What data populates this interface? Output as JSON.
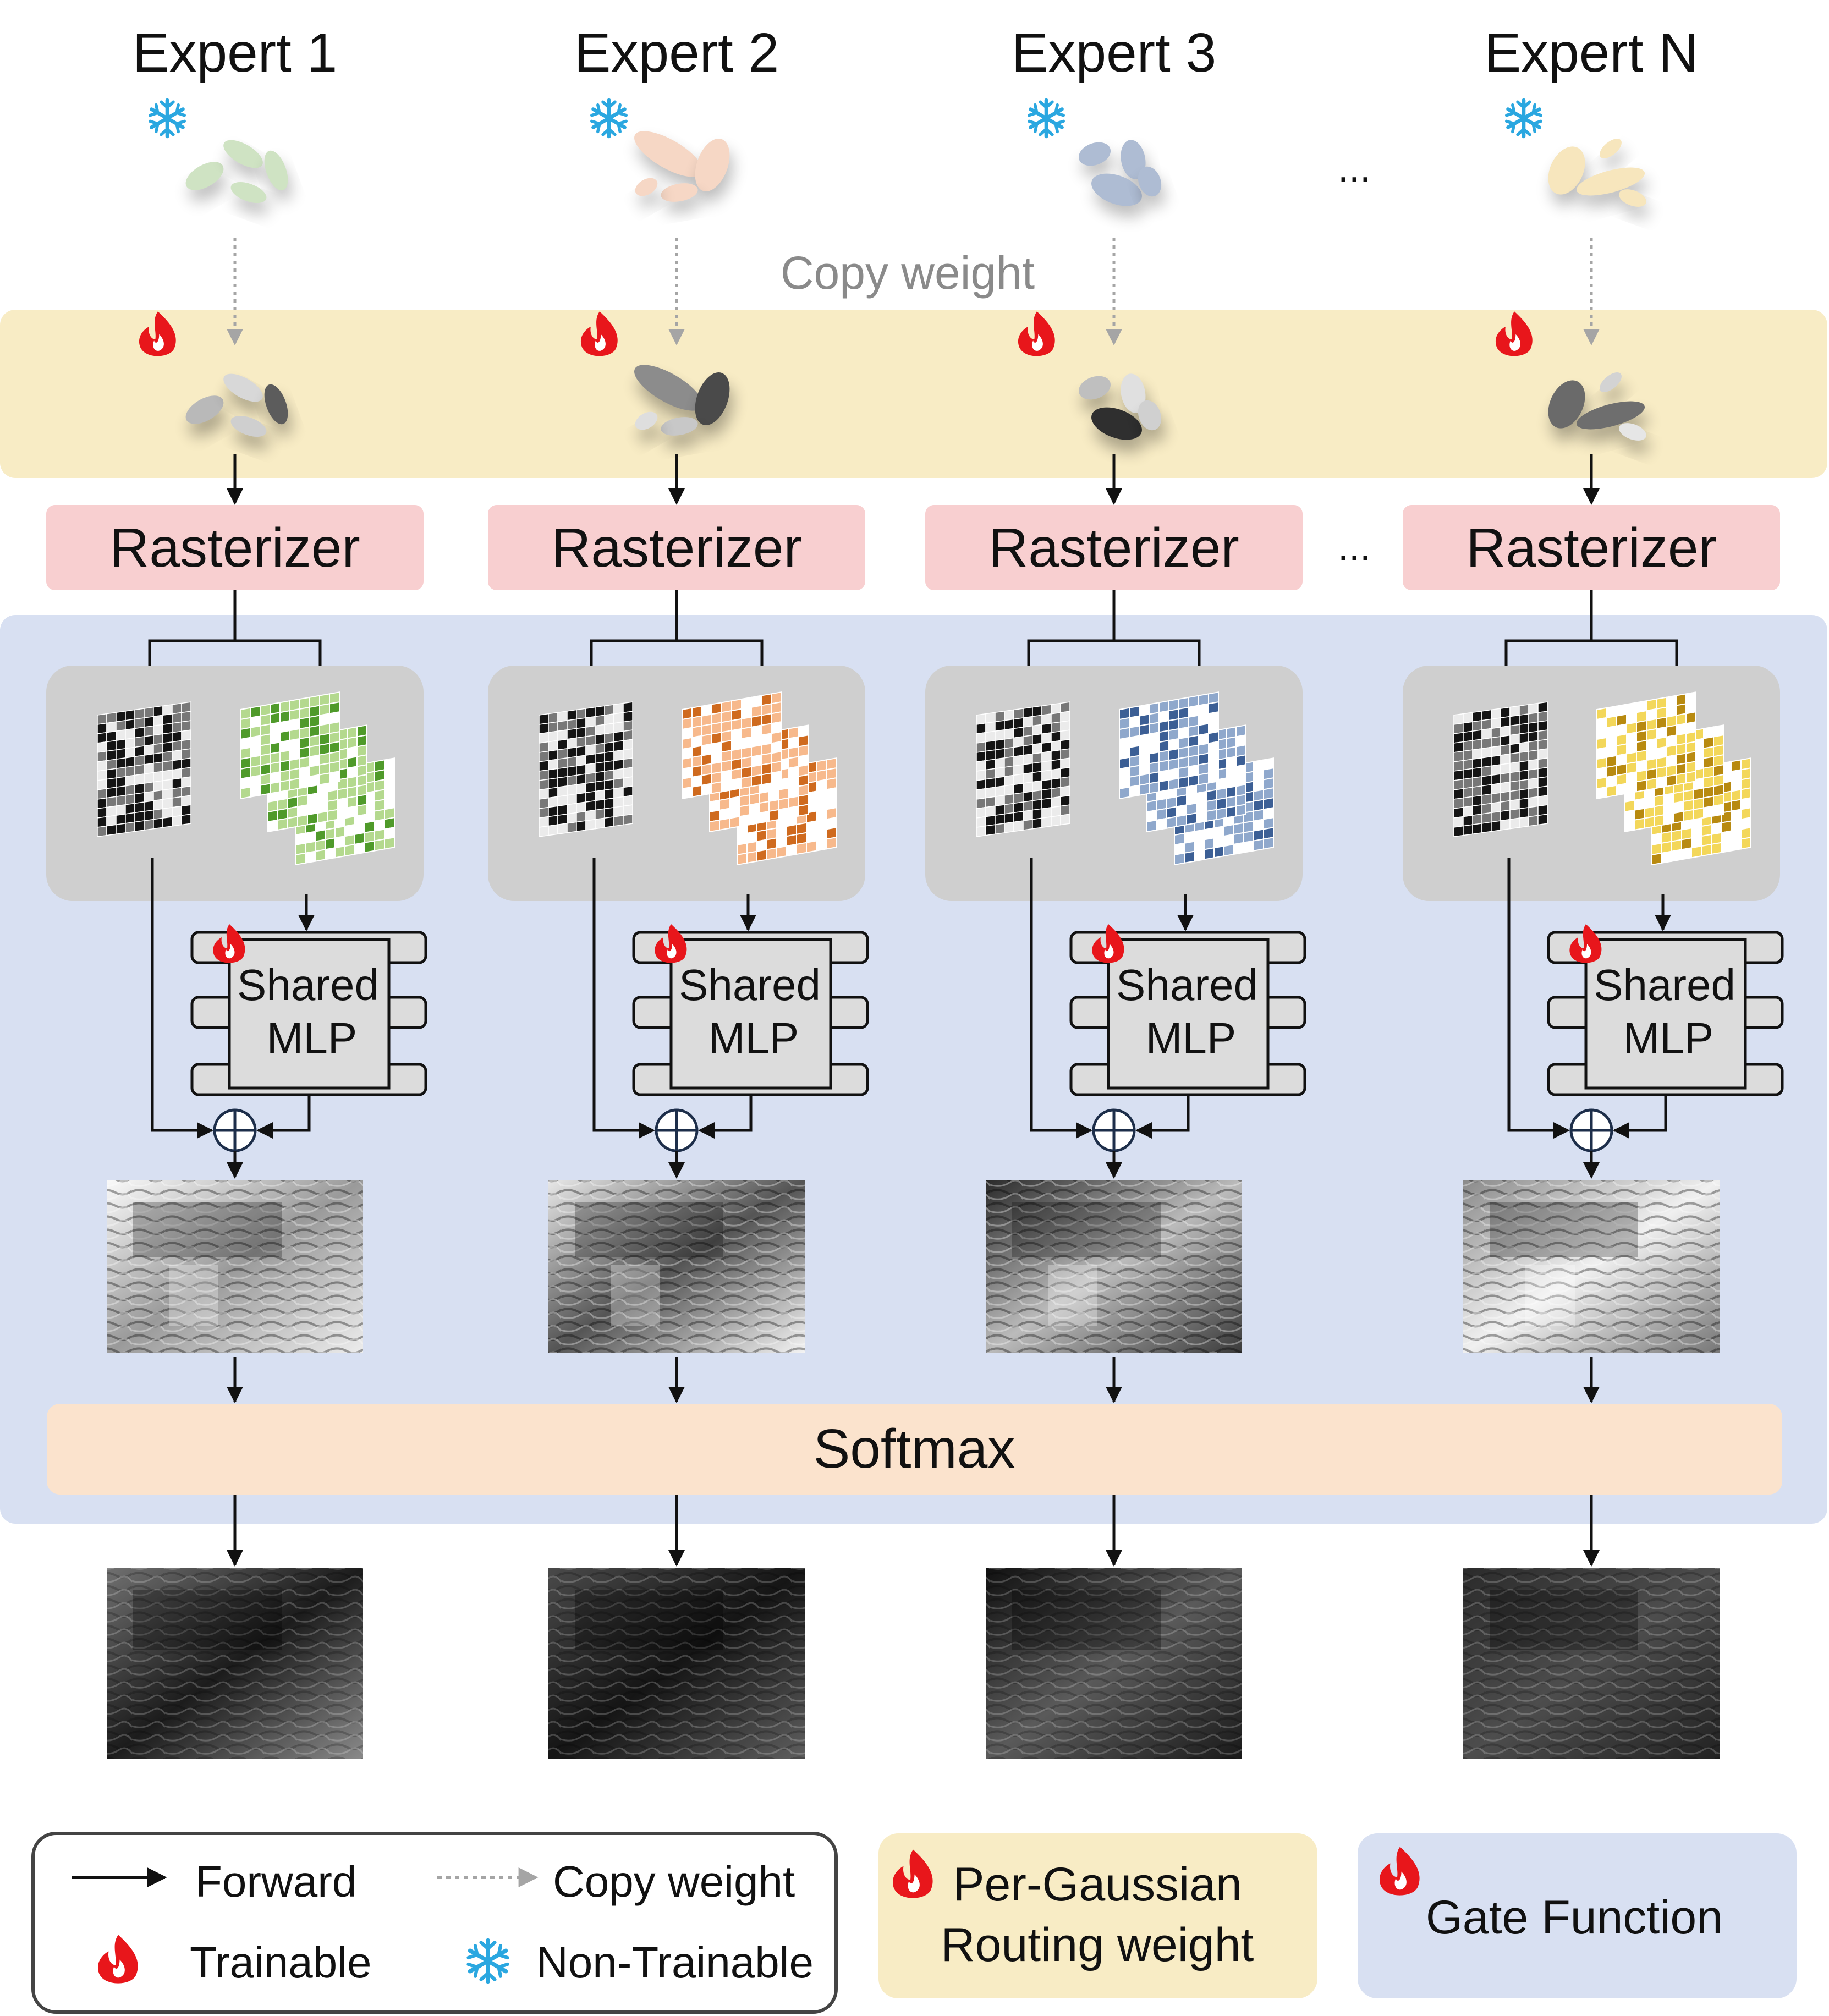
{
  "experts": [
    {
      "label": "Expert 1",
      "color": "#cfe3c3",
      "cell_light": "#b4d98e",
      "cell_dark": "#4f9a2a"
    },
    {
      "label": "Expert 2",
      "color": "#f6d7c5",
      "cell_light": "#f7b98c",
      "cell_dark": "#cf6a1e"
    },
    {
      "label": "Expert 3",
      "color": "#aebcd3",
      "cell_light": "#8fa8cc",
      "cell_dark": "#3c5f95"
    },
    {
      "label": "Expert N",
      "color": "#f7e6bd",
      "cell_light": "#f3d75a",
      "cell_dark": "#b88a10"
    }
  ],
  "expert_dots": "...",
  "copy_weight_label": "Copy weight",
  "rasterizer_label": "Rasterizer",
  "rasterizer_dots": "...",
  "mlp_label_1": "Shared",
  "mlp_label_2": "MLP",
  "softmax_label": "Softmax",
  "legend": {
    "forward": "Forward",
    "copy_weight": "Copy weight",
    "trainable": "Trainable",
    "non_trainable": "Non-Trainable"
  },
  "routing_box": {
    "line1": "Per-Gaussian",
    "line2": "Routing weight"
  },
  "gate_box": {
    "label": "Gate Function"
  },
  "colors": {
    "routing_band": "#f8ecc5",
    "gate_panel": "#d8e0f2",
    "rasterizer": "#f8cfd0",
    "softmax": "#fbe3cd",
    "feature_panel": "#cfcfcf",
    "mlp_fill": "#dcdcdc",
    "flame": "#e8161b",
    "snowflake": "#2aa7e0"
  }
}
